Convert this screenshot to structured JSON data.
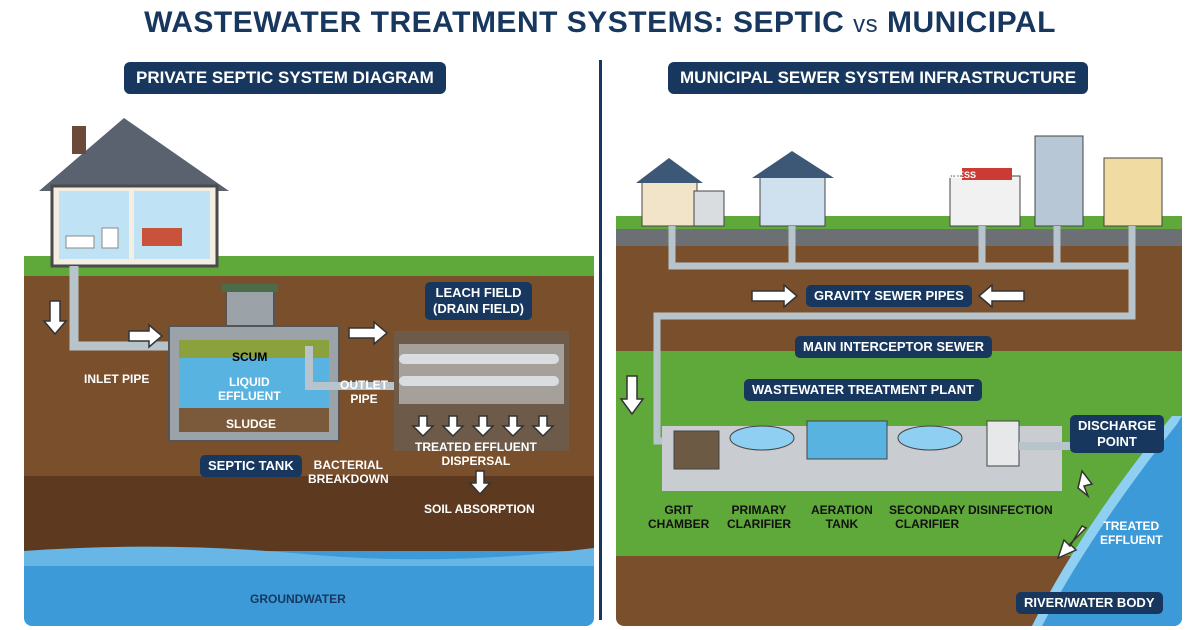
{
  "title": {
    "part1": "WASTEWATER TREATMENT SYSTEMS: SEPTIC ",
    "vs": "vs",
    "part2": " MUNICIPAL"
  },
  "left": {
    "heading": "PRIVATE SEPTIC SYSTEM DIAGRAM",
    "labels": {
      "inlet_pipe": "INLET PIPE",
      "scum": "SCUM",
      "liquid_effluent": "LIQUID\nEFFLUENT",
      "sludge": "SLUDGE",
      "septic_tank": "SEPTIC TANK",
      "bacterial_breakdown": "BACTERIAL\nBREAKDOWN",
      "outlet_pipe": "OUTLET\nPIPE",
      "leach_field": "LEACH FIELD\n(DRAIN FIELD)",
      "treated_effluent_dispersal": "TREATED EFFLUENT\nDISPERSAL",
      "soil_absorption": "SOIL ABSORPTION",
      "groundwater": "GROUNDWATER"
    }
  },
  "right": {
    "heading": "MUNICIPAL SEWER SYSTEM INFRASTRUCTURE",
    "labels": {
      "business_sign": "BUSINESS",
      "gravity_sewer_pipes": "GRAVITY SEWER PIPES",
      "main_interceptor_sewer": "MAIN INTERCEPTOR SEWER",
      "wastewater_treatment_plant": "WASTEWATER TREATMENT PLANT",
      "discharge_point": "DISCHARGE\nPOINT",
      "grit_chamber": "GRIT\nCHAMBER",
      "primary_clarifier": "PRIMARY\nCLARIFIER",
      "aeration_tank": "AERATION\nTANK",
      "secondary_clarifier": "SECONDARY\nCLARIFIER",
      "disinfection": "DISINFECTION",
      "treated_effluent": "TREATED\nEFFLUENT",
      "river_water_body": "RIVER/WATER BODY"
    }
  },
  "colors": {
    "navy": "#17375e",
    "grass": "#5fa83a",
    "soil": "#7a4f2c",
    "water": "#3d9ad8"
  }
}
